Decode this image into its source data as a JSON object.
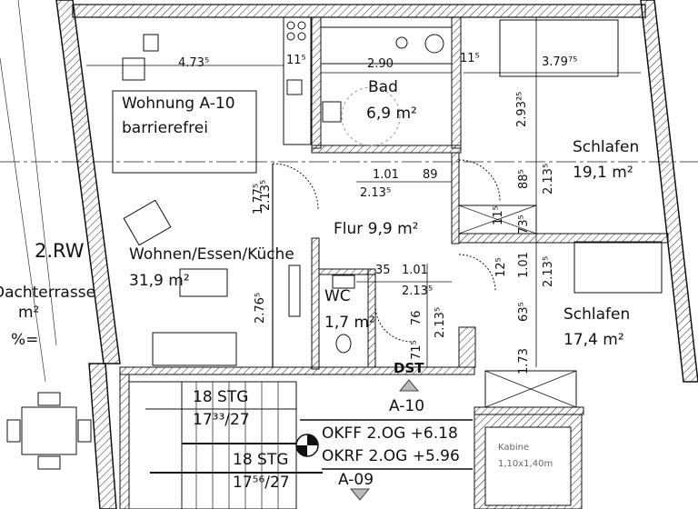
{
  "apartment": {
    "title": "Wohnung A-10",
    "subtitle": "barrierefrei"
  },
  "rooms": {
    "living": {
      "name": "Wohnen/Essen/Küche",
      "area": "31,9 m²"
    },
    "bath": {
      "name": "Bad",
      "area": "6,9 m²"
    },
    "bedroom1": {
      "name": "Schlafen",
      "area": "19,1 m²"
    },
    "bedroom2": {
      "name": "Schlafen",
      "area": "17,4 m²"
    },
    "hall": {
      "name": "Flur 9,9 m²"
    },
    "wc": {
      "name": "WC",
      "area": "1,7 m²"
    },
    "terrace": {
      "name": "Dachterrasse",
      "area": "m²",
      "pct": "%="
    }
  },
  "labels": {
    "rw": "2.RW",
    "dst": "DST",
    "unit_a10": "A-10",
    "unit_a09": "A-09",
    "okff": "OKFF 2.OG +6.18",
    "okrf": "OKRF 2.OG +5.96",
    "stg1_a": "18 STG",
    "stg1_b": "17³³/27",
    "stg2_a": "18 STG",
    "stg2_b": "17⁵⁶/27",
    "kabine_a": "Kabine",
    "kabine_b": "1,10x1,40m"
  },
  "dims": {
    "d473": "4.73⁵",
    "d115a": "11⁵",
    "d290": "2.90",
    "d115b": "11⁵",
    "d379": "3.79⁷⁵",
    "d293": "2.93²⁵",
    "d101a": "1.01",
    "d89": "89",
    "d2135a": "2.13⁵",
    "d885": "88⁵",
    "d2135b": "2.13⁵",
    "d1775": "1.77⁵",
    "d2135c": "2.13⁵",
    "d115c": "11⁵",
    "d735": "73⁵",
    "d35": "35",
    "d101b": "1.01",
    "d2135d": "2.13⁵",
    "d125": "12⁵",
    "d101c": "1.01",
    "d2135e": "2.13⁵",
    "d2765": "2.76⁵",
    "d76": "76",
    "d2135f": "2.13⁵",
    "d635": "63⁵",
    "d715": "71⁵",
    "d173": "1.73"
  }
}
